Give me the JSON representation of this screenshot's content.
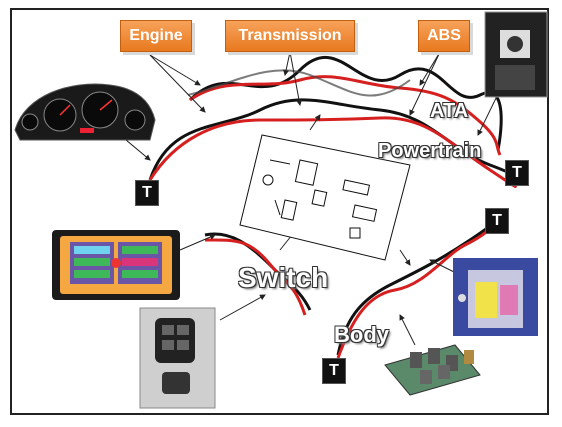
{
  "ecus": {
    "engine_label": "Engine",
    "transmission_label": "Transmission",
    "abs_label": "ABS"
  },
  "buses": {
    "ata_label": "ATA",
    "powertrain_label": "Powertrain",
    "switch_label": "Switch",
    "body_label": "Body"
  },
  "terminators": {
    "symbol": "T"
  },
  "colors": {
    "tag_orange": "#e8791f",
    "wire_red": "#d62020",
    "wire_black": "#111111"
  }
}
